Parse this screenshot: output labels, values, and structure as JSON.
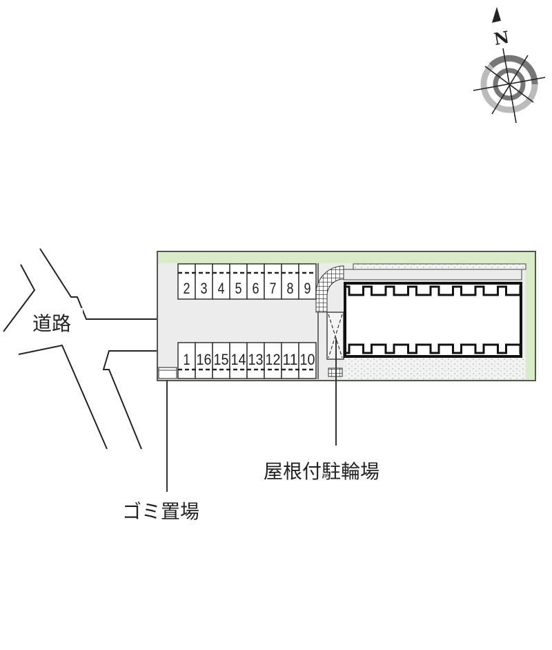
{
  "labels": {
    "road": "道路",
    "covered_bicycle_parking": "屋根付駐輪場",
    "garbage_area": "ゴミ置場",
    "north": "N"
  },
  "parking": {
    "top_row": [
      "2",
      "3",
      "4",
      "5",
      "6",
      "7",
      "8",
      "9"
    ],
    "bottom_row": [
      "1",
      "16",
      "15",
      "14",
      "13",
      "12",
      "11",
      "10"
    ]
  },
  "colors": {
    "green_strip": "#d8ecc8",
    "paved": "#ececec",
    "compass_dark": "#777777",
    "compass_light": "#bbbbbb"
  }
}
